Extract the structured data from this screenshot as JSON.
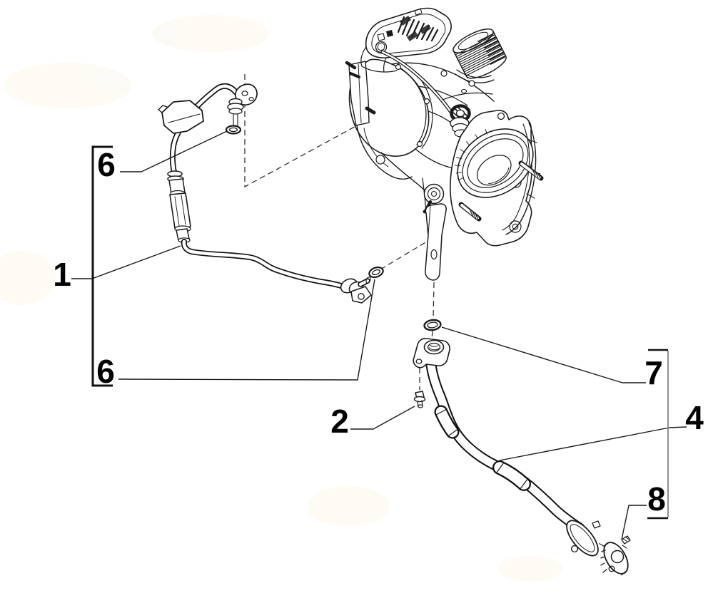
{
  "diagram": {
    "type": "exploded-parts-diagram",
    "background_color": "#ffffff",
    "line_color": "#1a1a1a",
    "bracket_color": "#111111",
    "dash_line_color": "#333333",
    "callouts": [
      {
        "id": "callout-6-top",
        "label": "6"
      },
      {
        "id": "callout-1",
        "label": "1"
      },
      {
        "id": "callout-6-bottom",
        "label": "6"
      },
      {
        "id": "callout-2",
        "label": "2"
      },
      {
        "id": "callout-7",
        "label": "7"
      },
      {
        "id": "callout-4",
        "label": "4"
      },
      {
        "id": "callout-8",
        "label": "8"
      }
    ]
  }
}
